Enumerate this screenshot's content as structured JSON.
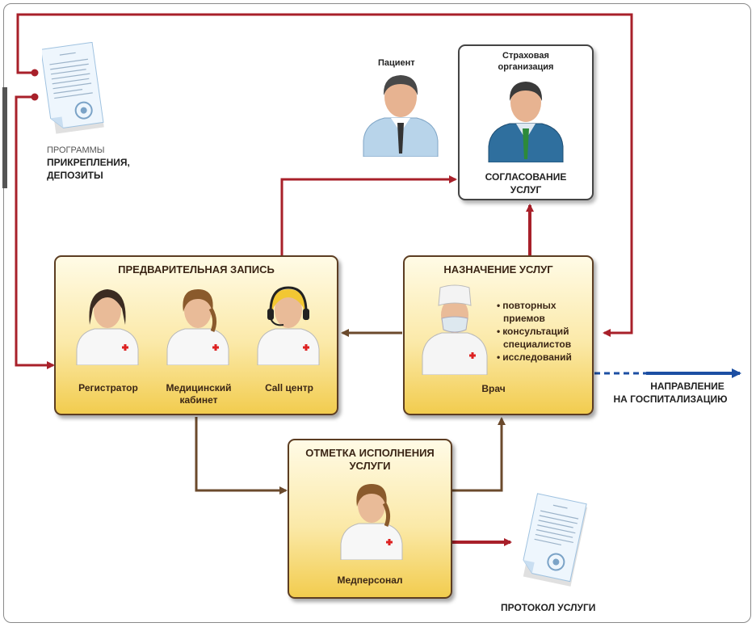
{
  "documents": {
    "programs": {
      "line1": "ПРОГРАММЫ",
      "line2": "ПРИКРЕПЛЕНИЯ,",
      "line3": "ДЕПОЗИТЫ"
    },
    "protocol": {
      "label": "ПРОТОКОЛ УСЛУГИ"
    }
  },
  "patient": {
    "label": "Пациент"
  },
  "insurance": {
    "title_line1": "Страховая",
    "title_line2": "организация",
    "caption_line1": "СОГЛАСОВАНИЕ",
    "caption_line2": "УСЛУГ"
  },
  "appointment": {
    "title": "ПРЕДВАРИТЕЛЬНАЯ ЗАПИСЬ",
    "roles": [
      {
        "label": "Регистратор"
      },
      {
        "label_line1": "Медицинский",
        "label_line2": "кабинет"
      },
      {
        "label": "Call центр"
      }
    ]
  },
  "assignment": {
    "title": "НАЗНАЧЕНИЕ УСЛУГ",
    "role": "Врач",
    "services": [
      {
        "line1": "повторных",
        "line2": "приемов"
      },
      {
        "line1": "консультаций",
        "line2": "специалистов"
      },
      {
        "line1": "исследований"
      }
    ]
  },
  "execution": {
    "title_line1": "ОТМЕТКА ИСПОЛНЕНИЯ",
    "title_line2": "УСЛУГИ",
    "role": "Медперсонал"
  },
  "hospitalization": {
    "line1": "НАПРАВЛЕНИЕ",
    "line2": "НА ГОСПИТАЛИЗАЦИЮ"
  },
  "colors": {
    "red_arrow": "#a8202a",
    "brown_arrow": "#6b4a2c",
    "blue_arrow": "#1c4fa3",
    "box_border": "#5c3d22"
  }
}
